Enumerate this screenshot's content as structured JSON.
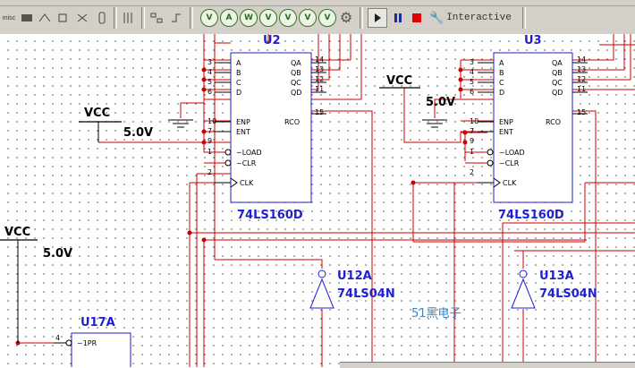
{
  "toolbar": {
    "button_misc": "misc",
    "instrument_labels": [
      "V",
      "A",
      "W",
      "V",
      "V",
      "V",
      "V"
    ],
    "interactive_label": "Interactive"
  },
  "chips": [
    {
      "ref": "U2",
      "part": "74LS160D",
      "left_pins": [
        {
          "num": "3",
          "name": "A"
        },
        {
          "num": "4",
          "name": "B"
        },
        {
          "num": "5",
          "name": "C"
        },
        {
          "num": "6",
          "name": "D"
        },
        {
          "num": "10",
          "name": "ENP"
        },
        {
          "num": "7",
          "name": "ENT"
        },
        {
          "num": "9",
          "name": "~LOAD"
        },
        {
          "num": "1",
          "name": "~CLR"
        },
        {
          "num": "2",
          "name": "CLK"
        }
      ],
      "right_pins": [
        {
          "num": "14",
          "name": "QA"
        },
        {
          "num": "13",
          "name": "QB"
        },
        {
          "num": "12",
          "name": "QC"
        },
        {
          "num": "11",
          "name": "QD"
        },
        {
          "num": "15",
          "name": "RCO"
        }
      ]
    },
    {
      "ref": "U3",
      "part": "74LS160D",
      "left_pins": [
        {
          "num": "3",
          "name": "A"
        },
        {
          "num": "4",
          "name": "B"
        },
        {
          "num": "5",
          "name": "C"
        },
        {
          "num": "6",
          "name": "D"
        },
        {
          "num": "10",
          "name": "ENP"
        },
        {
          "num": "7",
          "name": "ENT"
        },
        {
          "num": "9",
          "name": "~LOAD"
        },
        {
          "num": "1",
          "name": "~CLR"
        },
        {
          "num": "2",
          "name": "CLK"
        }
      ],
      "right_pins": [
        {
          "num": "14",
          "name": "QA"
        },
        {
          "num": "13",
          "name": "QB"
        },
        {
          "num": "12",
          "name": "QC"
        },
        {
          "num": "11",
          "name": "QD"
        },
        {
          "num": "15",
          "name": "RCO"
        }
      ]
    }
  ],
  "power": [
    {
      "label": "VCC",
      "value": "5.0V"
    },
    {
      "label": "VCC",
      "value": "5.0V"
    },
    {
      "label": "VCC",
      "value": "5.0V"
    }
  ],
  "inverters": [
    {
      "ref": "U12A",
      "part": "74LS04N"
    },
    {
      "ref": "U13A",
      "part": "74LS04N"
    }
  ],
  "u17": {
    "ref": "U17A",
    "pin_num": "4",
    "pin_name": "~1PR"
  },
  "watermark": "51黑电子",
  "colors": {
    "wire": "#cc0000",
    "component": "#1f1fd0",
    "pin": "#000000",
    "ground": "#000000"
  }
}
